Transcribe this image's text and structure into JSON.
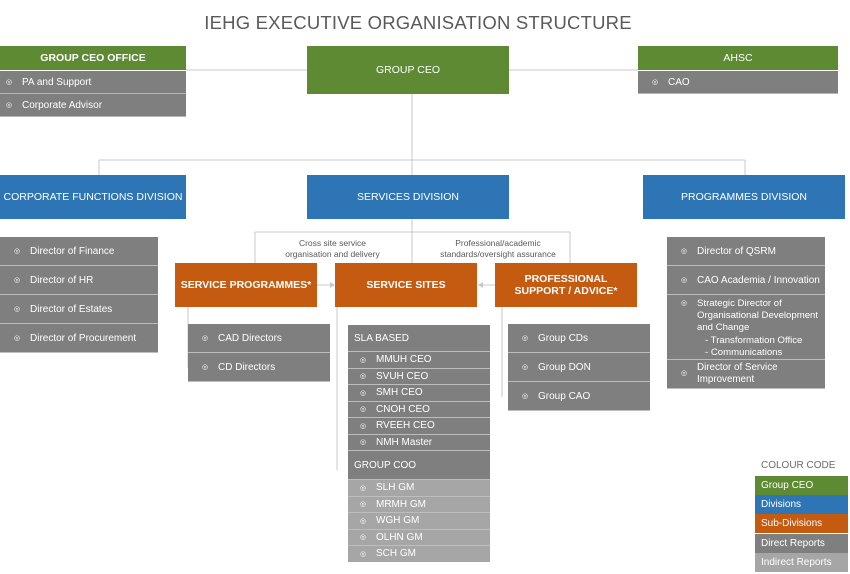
{
  "title": "IEHG EXECUTIVE ORGANISATION STRUCTURE",
  "colors": {
    "group_ceo": "#5d8a32",
    "divisions": "#2e75b6",
    "sub_divisions": "#c55a11",
    "direct": "#7f7f7f",
    "indirect": "#a6a6a6"
  },
  "group_ceo": "GROUP CEO",
  "group_ceo_office": {
    "title": "GROUP CEO OFFICE",
    "items": [
      "PA and Support",
      "Corporate Advisor"
    ]
  },
  "ahsc": {
    "title": "AHSC",
    "items": [
      "CAO"
    ]
  },
  "corporate": {
    "title": "CORPORATE FUNCTIONS  DIVISION",
    "items": [
      "Director of Finance",
      "Director of HR",
      "Director of Estates",
      "Director of Procurement"
    ]
  },
  "services": {
    "title": "SERVICES DIVISION"
  },
  "programmes": {
    "title": "PROGRAMMES DIVISION",
    "items": [
      "Director of QSRM",
      "CAO Academia / Innovation"
    ],
    "strategic": {
      "lines": [
        "Strategic Director of",
        "Organisational Development",
        "and Change"
      ],
      "subs": [
        "- Transformation Office",
        "- Communications"
      ]
    },
    "last": [
      "Director of Service",
      "Improvement"
    ]
  },
  "notes": {
    "cross_site": [
      "Cross site service",
      "organisation and delivery"
    ],
    "professional": [
      "Professional/academic",
      "standards/oversight assurance"
    ]
  },
  "service_programmes": {
    "title": "SERVICE PROGRAMMES*",
    "items": [
      "CAD Directors",
      "CD Directors"
    ]
  },
  "service_sites": {
    "title": "SERVICE SITES",
    "sla_label": "SLA BASED",
    "sla_items": [
      "MMUH CEO",
      "SVUH CEO",
      "SMH CEO",
      "CNOH CEO",
      "RVEEH CEO",
      "NMH Master"
    ],
    "coo_label": "GROUP COO",
    "coo_items": [
      "SLH GM",
      "MRMH GM",
      "WGH GM",
      "OLHN GM",
      "SCH GM"
    ]
  },
  "professional_support": {
    "title_lines": [
      "PROFESSIONAL",
      "SUPPORT / ADVICE*"
    ],
    "items": [
      "Group CDs",
      "Group DON",
      "Group CAO"
    ]
  },
  "legend": {
    "title": "COLOUR CODE",
    "items": [
      "Group CEO",
      "Divisions",
      "Sub-Divisions",
      "Direct Reports",
      "Indirect Reports"
    ]
  },
  "icons": {
    "bullet": "target-bullet-icon"
  }
}
